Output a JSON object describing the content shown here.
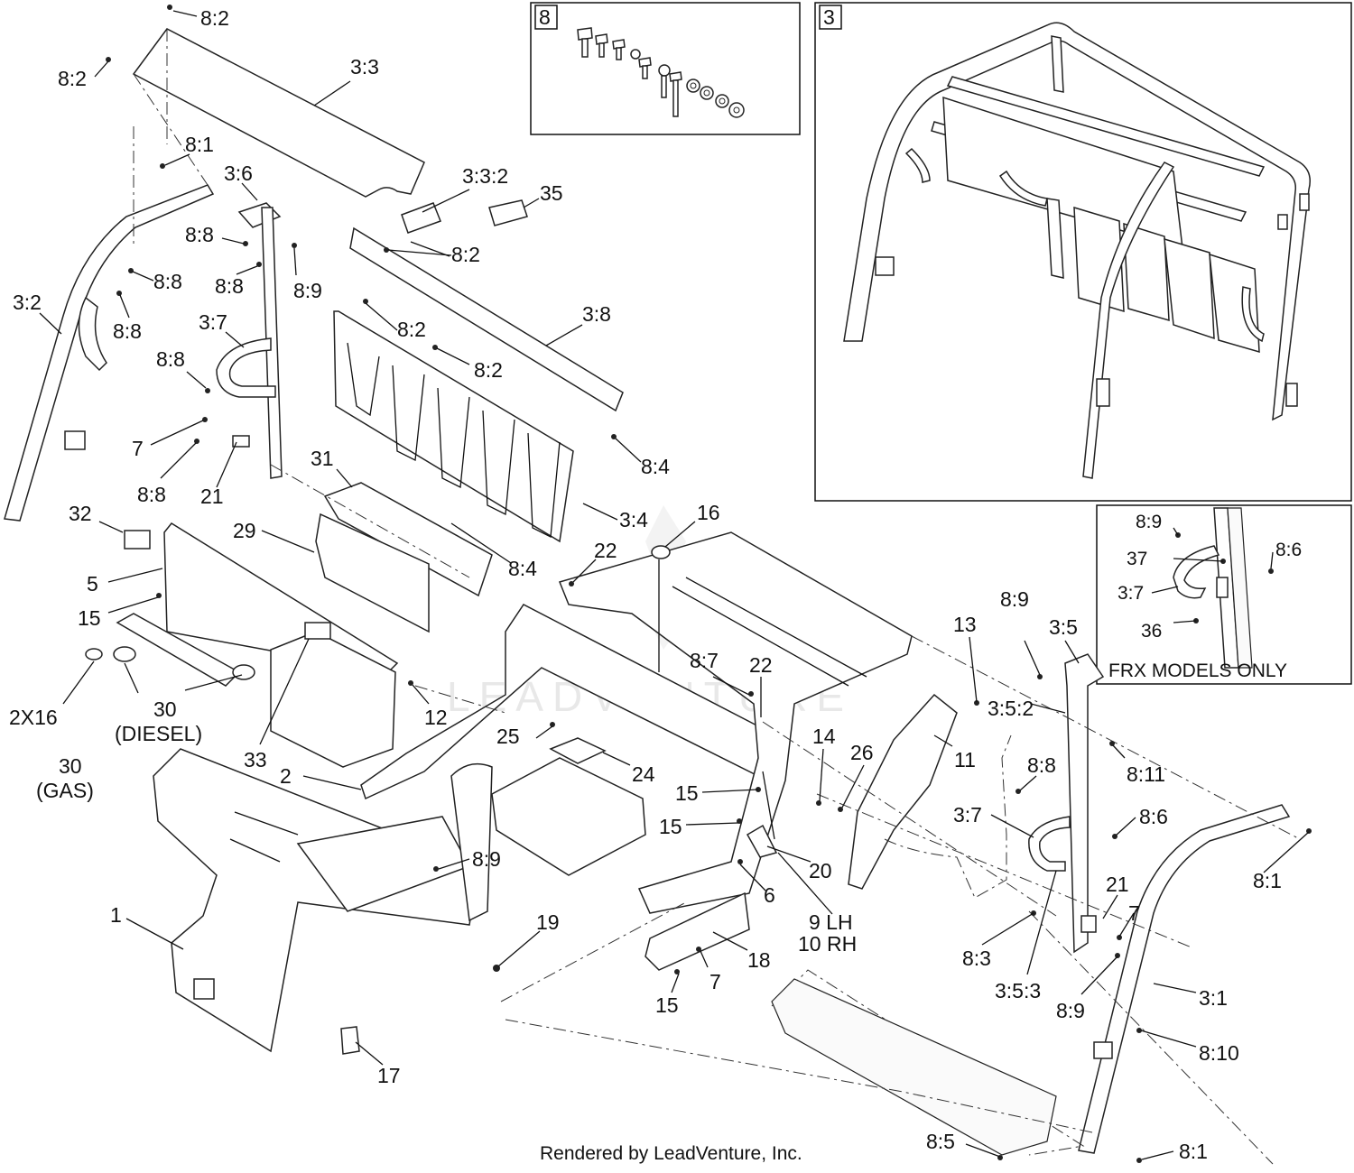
{
  "inset_boxes": {
    "hardware": "8",
    "rops": "3"
  },
  "frx_note": "FRX MODELS ONLY",
  "watermark": "LEADVENTURE",
  "footer": "Rendered by LeadVenture, Inc.",
  "callouts": {
    "c_8_2_a": "8:2",
    "c_8_2_b": "8:2",
    "c_3_3": "3:3",
    "c_8_1_top": "8:1",
    "c_3_6": "3:6",
    "c_3_3_2": "3:3:2",
    "c_35": "35",
    "c_8_8_a": "8:8",
    "c_8_2_c": "8:2",
    "c_8_8_b": "8:8",
    "c_8_8_c": "8:8",
    "c_8_9_a": "8:9",
    "c_3_2": "3:2",
    "c_8_8_d": "8:8",
    "c_3_7_a": "3:7",
    "c_8_2_d": "8:2",
    "c_3_8": "3:8",
    "c_8_8_e": "8:8",
    "c_8_2_e": "8:2",
    "c_7_a": "7",
    "c_8_8_f": "8:8",
    "c_21_a": "21",
    "c_31": "31",
    "c_8_4_a": "8:4",
    "c_32": "32",
    "c_29": "29",
    "c_3_4": "3:4",
    "c_16_top": "16",
    "c_5": "5",
    "c_15_a": "15",
    "c_8_4_b": "8:4",
    "c_22_a": "22",
    "c_8_9_frx": "8:9",
    "c_8_6_frx": "8:6",
    "c_37": "37",
    "c_3_7_frx": "3:7",
    "c_36": "36",
    "c_13": "13",
    "c_8_9_b": "8:9",
    "c_3_5": "3:5",
    "c_8_7": "8:7",
    "c_22_b": "22",
    "c_2x16": "2X16",
    "c_30_diesel": "30",
    "c_diesel": "(DIESEL)",
    "c_12": "12",
    "c_3_5_2": "3:5:2",
    "c_30_gas": "30",
    "c_gas": "(GAS)",
    "c_33": "33",
    "c_25": "25",
    "c_14": "14",
    "c_26": "26",
    "c_11": "11",
    "c_8_11": "8:11",
    "c_2": "2",
    "c_24": "24",
    "c_8_8_g": "8:8",
    "c_15_b": "15",
    "c_3_7_b": "3:7",
    "c_15_c": "15",
    "c_8_6": "8:6",
    "c_20": "20",
    "c_8_9_c": "8:9",
    "c_6": "6",
    "c_21_b": "21",
    "c_8_1_r": "8:1",
    "c_9lh": "9 LH",
    "c_10rh": "10 RH",
    "c_7_b": "7",
    "c_1": "1",
    "c_19": "19",
    "c_8_3": "8:3",
    "c_18": "18",
    "c_7_c": "7",
    "c_3_5_3": "3:5:3",
    "c_15_d": "15",
    "c_8_9_d": "8:9",
    "c_3_1": "3:1",
    "c_17": "17",
    "c_8_10": "8:10",
    "c_8_5": "8:5",
    "c_8_1_b": "8:1"
  }
}
